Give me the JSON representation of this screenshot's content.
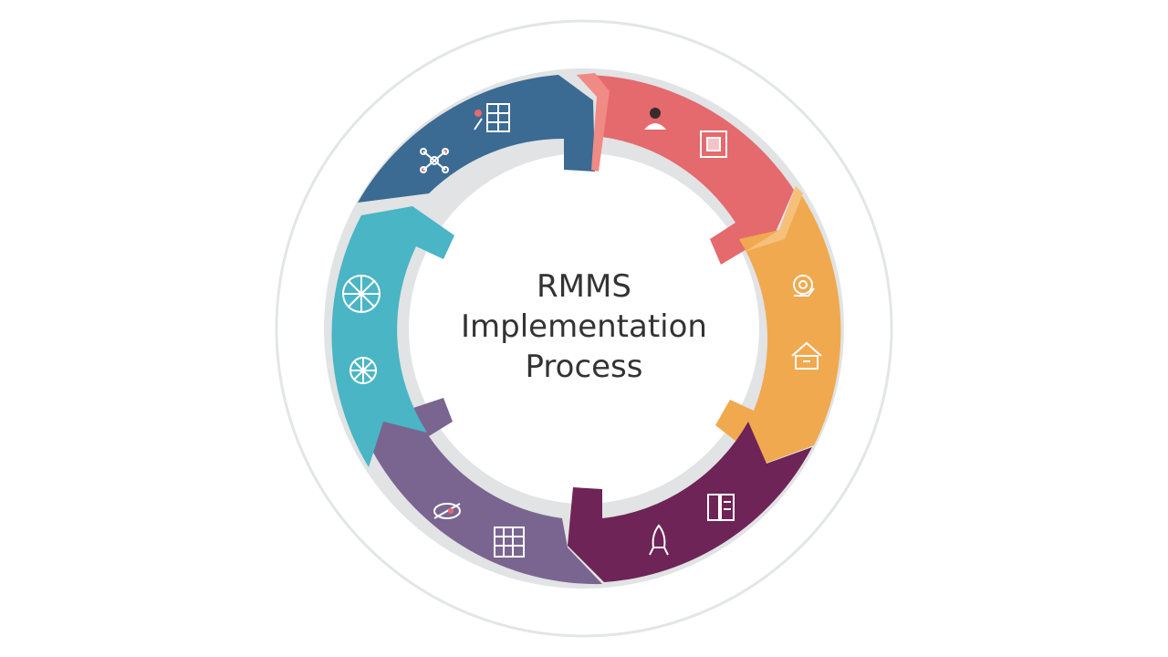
{
  "diagram": {
    "title_lines": [
      "RMMS",
      "Implementation",
      "Process"
    ],
    "segments": [
      {
        "id": "blue",
        "color": "#3B6A93",
        "icons": [
          "team-board-icon",
          "network-nodes-icon"
        ]
      },
      {
        "id": "coral",
        "color": "#E46A6E",
        "icons": [
          "person-avatar-icon",
          "framed-document-icon"
        ]
      },
      {
        "id": "orange",
        "color": "#F0A94F",
        "icons": [
          "gear-hand-icon",
          "house-tool-icon"
        ]
      },
      {
        "id": "plum",
        "color": "#6E2457",
        "icons": [
          "document-stack-icon",
          "rocket-icon"
        ]
      },
      {
        "id": "purple",
        "color": "#7A6590",
        "icons": [
          "wrench-chart-icon",
          "grid-calendar-icon"
        ]
      },
      {
        "id": "teal",
        "color": "#4AB5C4",
        "icons": [
          "globe-network-icon",
          "sphere-nodes-icon"
        ]
      }
    ]
  }
}
